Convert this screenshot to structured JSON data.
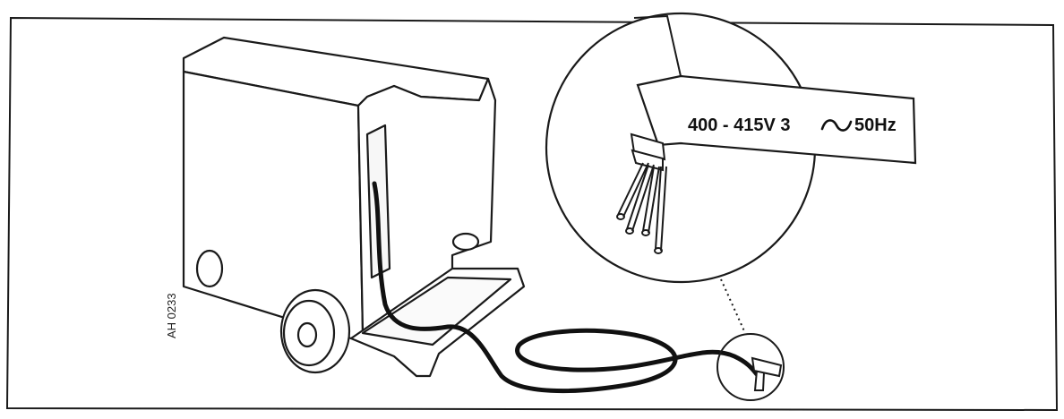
{
  "figure": {
    "code": "AH 0233",
    "cable_label": "400 - 415V  3",
    "cable_label_suffix": "50Hz",
    "ac_symbol_icon": "alternating-current-symbol",
    "line_color": "#1a1a1a",
    "paper_color": "#ffffff"
  }
}
